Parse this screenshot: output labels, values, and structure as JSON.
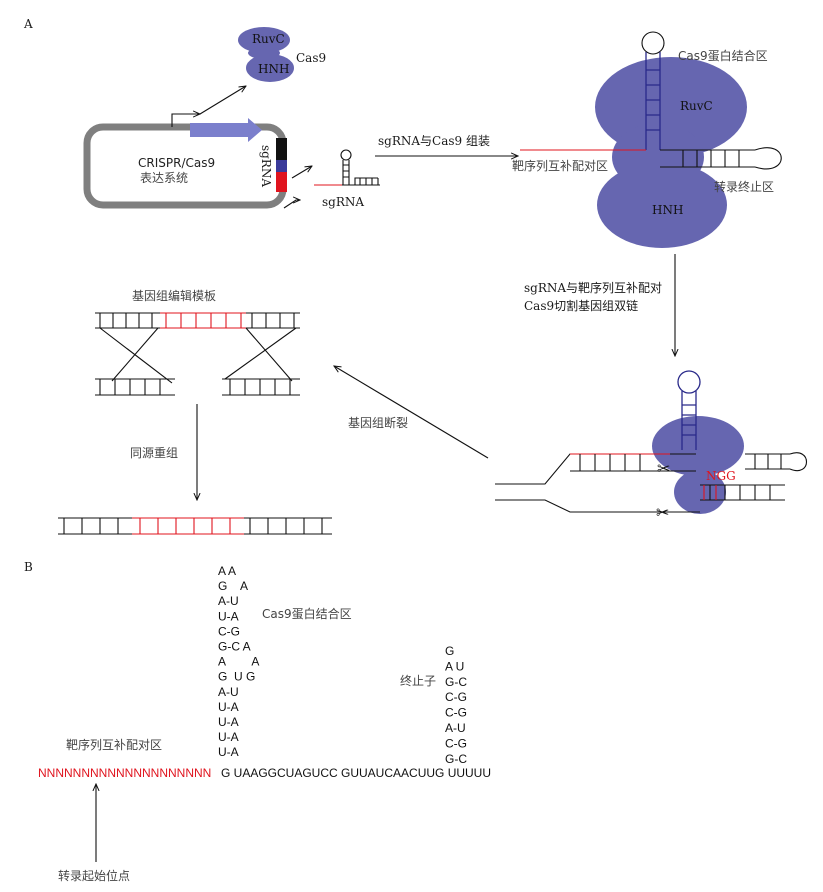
{
  "panel_a": {
    "label": "A",
    "ruvc": "RuvC",
    "hnh": "HNH",
    "cas9": "Cas9",
    "plasmid_line1": "CRISPR/Cas9",
    "plasmid_line2": "表达系统",
    "sgrna_vertical": "sgRNA",
    "sgrna_small": "sgRNA",
    "assembly_label": "sgRNA与Cas9 组装",
    "binding_region": "Cas9蛋白结合区",
    "complex_ruvc": "RuvC",
    "complex_hnh": "HNH",
    "target_region": "靶序列互补配对区",
    "terminator_region": "转录终止区",
    "cut_label_line1": "sgRNA与靶序列互补配对",
    "cut_label_line2": "Cas9切割基因组双链",
    "pam": "NGG",
    "break_label": "基因组断裂",
    "template_label": "基因组编辑模板",
    "hr_label": "同源重组"
  },
  "panel_b": {
    "label": "B",
    "binding_region": "Cas9蛋白结合区",
    "target_region": "靶序列互补配对区",
    "terminator": "终止子",
    "tss": "转录起始位点",
    "target_seq": "NNNNNNNNNNNNNNNNNNNN",
    "main_seq": "G UAAGGCUAGUCC GUUAUCAACUUG  UUUUU",
    "stem1": [
      "A A",
      "G    A",
      "A-U",
      "U-A",
      "C-G",
      "G-C A",
      "A        A",
      "G  U G",
      "A-U",
      "U-A",
      "U-A",
      "U-A",
      "U-A"
    ],
    "stem2": [
      "G",
      "A U",
      "G-C",
      "C-G",
      "C-G",
      "A-U",
      "C-G",
      "G-C"
    ]
  }
}
